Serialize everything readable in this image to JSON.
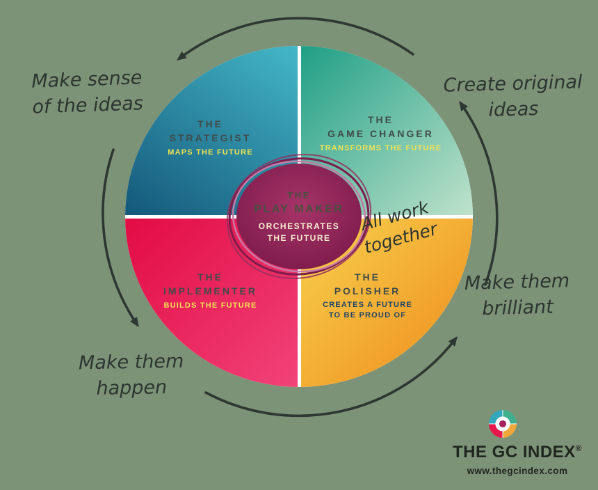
{
  "quadrants": {
    "strategist": {
      "the": "THE",
      "name": "STRATEGIST",
      "tagline": "MAPS THE FUTURE"
    },
    "game_changer": {
      "the": "THE",
      "name": "GAME CHANGER",
      "tagline": "TRANSFORMS THE FUTURE"
    },
    "implementer": {
      "the": "THE",
      "name": "IMPLEMENTER",
      "tagline": "BUILDS THE FUTURE"
    },
    "polisher": {
      "the": "THE",
      "name": "POLISHER",
      "tagline": [
        "CREATES A FUTURE",
        "TO BE PROUD OF"
      ]
    }
  },
  "center": {
    "the": "THE",
    "name": "PLAY MAKER",
    "tagline": [
      "ORCHESTRATES",
      "THE FUTURE"
    ]
  },
  "annotations": {
    "top_left": [
      "Make sense",
      "of the ideas"
    ],
    "top_right": [
      "Create original",
      "ideas"
    ],
    "right": [
      "Make them",
      "brilliant"
    ],
    "bottom_left": [
      "Make them",
      "happen"
    ],
    "center_right": [
      "All work",
      "together"
    ]
  },
  "branding": {
    "name": "THE GC INDEX",
    "registered": "®",
    "website": "www.thegcindex.com"
  },
  "colors": {
    "background": "#7d9377",
    "strategist_start": "#44b7c8",
    "strategist_end": "#14587a",
    "game_changer_start": "#1f9f86",
    "game_changer_end": "#bfe2cb",
    "implementer_start": "#e30b44",
    "implementer_end": "#f14379",
    "polisher_start": "#f8d14f",
    "polisher_end": "#ee8a1a",
    "center_fill": "#7c1a4b",
    "tagline_yellow": "#f2e252",
    "polisher_tagline_navy": "#1e4468",
    "ink": "#2c3531"
  }
}
